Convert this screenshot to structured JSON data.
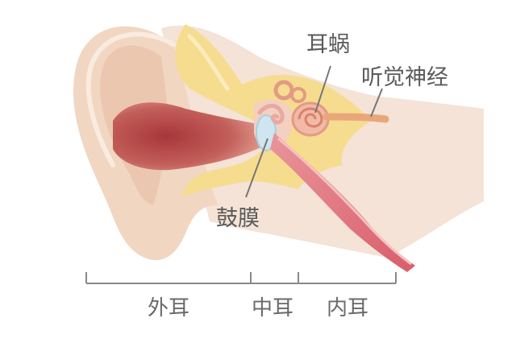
{
  "labels": {
    "cochlea": "耳蜗",
    "auditory_nerve": "听觉神经",
    "eardrum": "鼓膜",
    "outer_ear": "外耳",
    "middle_ear": "中耳",
    "inner_ear": "内耳"
  },
  "colors": {
    "skin": "#f2dac8",
    "skin_shadow": "#e8c3ab",
    "canal": "#b94a48",
    "bone": "#f6dc8f",
    "nerve": "#e1747d",
    "eardrum": "#cfe5ef",
    "line": "#777777"
  }
}
